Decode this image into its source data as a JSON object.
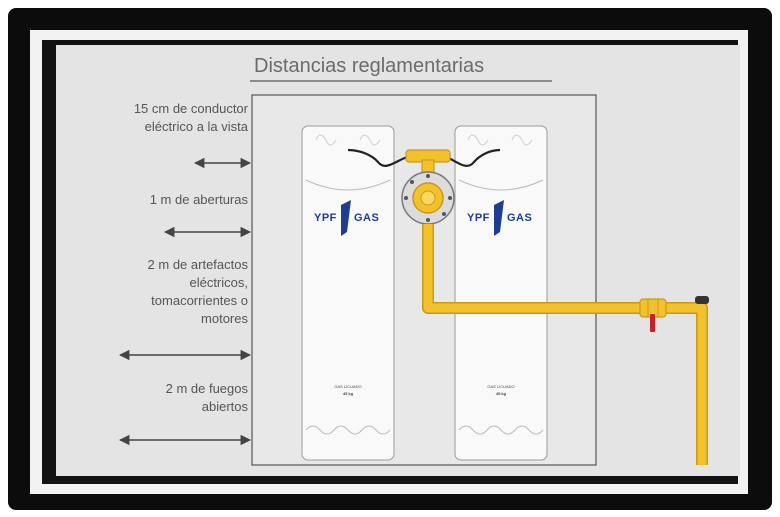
{
  "diagram": {
    "title": "Distancias reglamentarias",
    "labels": [
      "15 cm de conductor\neléctrico a la vista",
      "1 m de aberturas",
      "2 m de artefactos\neléctricos,\ntomacorrientes o\nmotores",
      "2 m de fuegos\nabiertos"
    ],
    "cylinders": [
      {
        "brand_left": "YPF",
        "brand_right": "GAS",
        "fine_1": "GAS LICUADO",
        "fine_2": "45 kg"
      },
      {
        "brand_left": "YPF",
        "brand_right": "GAS",
        "fine_1": "GAS LICUADO",
        "fine_2": "45 kg"
      }
    ],
    "colors": {
      "pipe": "#f2c12e",
      "pipe_edge": "#c99a16",
      "valve_handle": "#c81f2b",
      "brand": "#1d3d8f",
      "cylinder": "#f9f9f9"
    }
  }
}
